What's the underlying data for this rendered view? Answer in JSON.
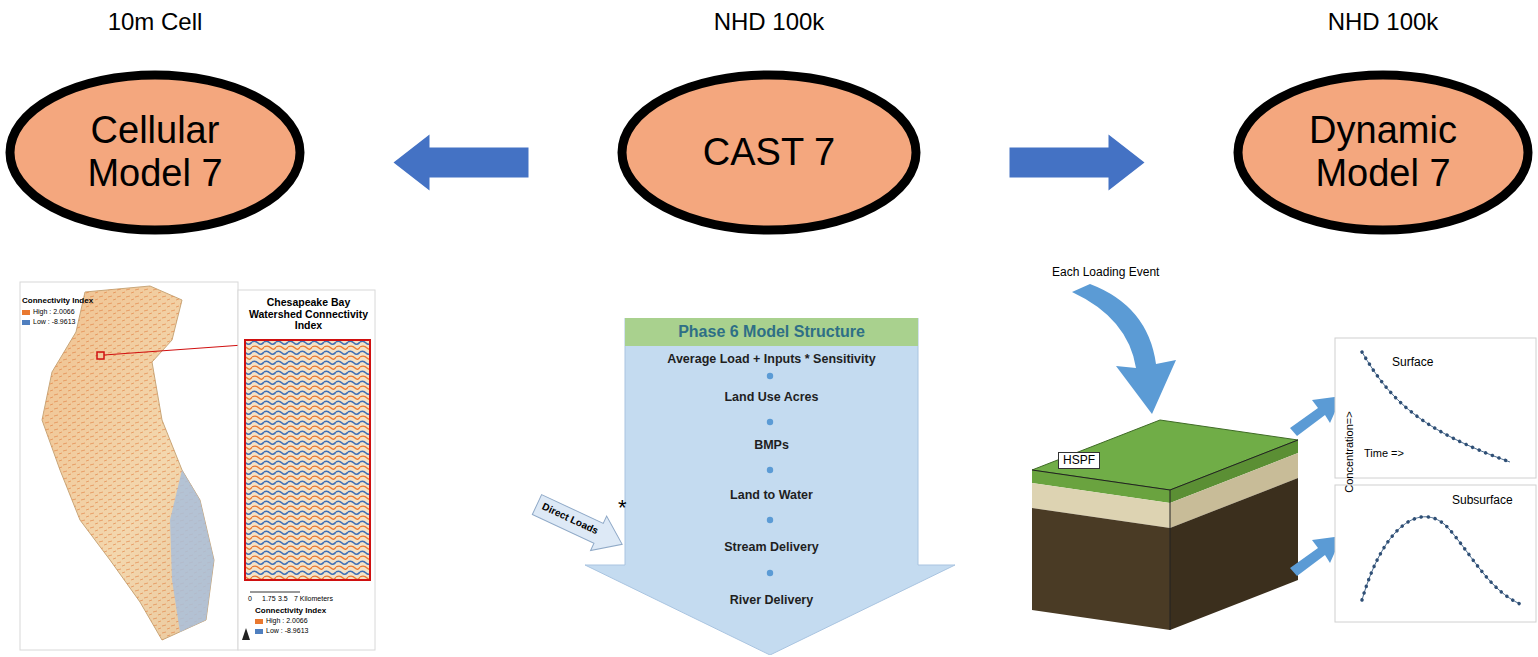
{
  "diagram": {
    "nodes": [
      {
        "text": [
          "10m Cell",
          "Cellular Model 7"
        ]
      },
      {
        "text": [
          "NHD 100k",
          "CAST 7"
        ]
      },
      {
        "text": [
          "NHD 100k",
          "Dynamic Model 7"
        ]
      },
      {
        "text": [
          "Phase 6 Model Structure",
          "Average Load + Inputs * Sensitivity",
          "Land Use Acres",
          "BMPs",
          "Land to Water",
          "Stream Delivery",
          "River Delivery"
        ]
      }
    ],
    "edges": [
      {
        "from": 1,
        "to": 0,
        "arrow": "to"
      },
      {
        "from": 1,
        "to": 2,
        "arrow": "to"
      }
    ],
    "labels": [
      "Connectivity Index",
      "High : 2.0066",
      "Low : -8.9613",
      "Chesapeake Bay Watershed Connectivity Index",
      "0",
      "1.75",
      "3.5",
      "7 Kilometers",
      "Connectivity Index",
      "High : 2.0066",
      "Low : -8.9613",
      "Direct Loads",
      "*",
      "Each Loading Event",
      "HSPF",
      "Surface",
      "Concentration=>",
      "Time =>",
      "Subsurface"
    ]
  }
}
